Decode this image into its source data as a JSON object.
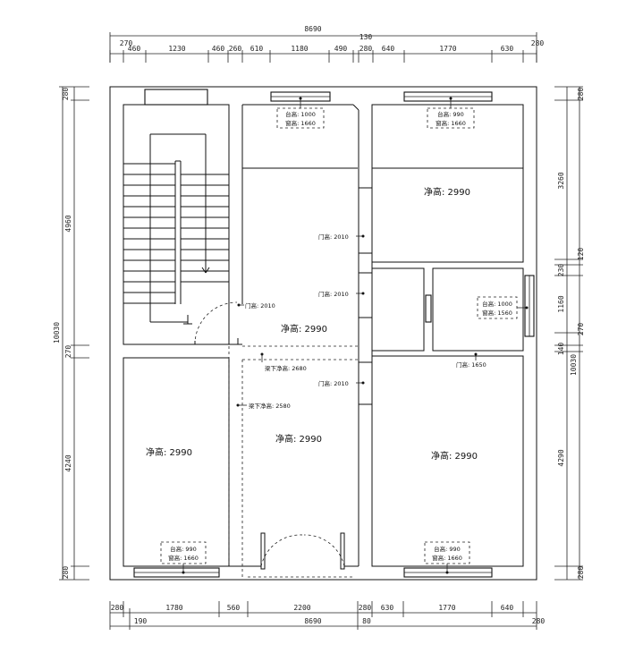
{
  "dimensions": {
    "top_total": "8690",
    "top_row": [
      {
        "v": "270"
      },
      {
        "v": "460"
      },
      {
        "v": "1230"
      },
      {
        "v": "460"
      },
      {
        "v": "260"
      },
      {
        "v": "610"
      },
      {
        "v": "1180"
      },
      {
        "v": "490"
      },
      {
        "v": "130"
      },
      {
        "v": "280"
      },
      {
        "v": "640"
      },
      {
        "v": "1770"
      },
      {
        "v": "630"
      },
      {
        "v": "280"
      }
    ],
    "bottom_row": [
      {
        "v": "280"
      },
      {
        "v": "1780"
      },
      {
        "v": "560"
      },
      {
        "v": "2200"
      },
      {
        "v": "280"
      },
      {
        "v": "630"
      },
      {
        "v": "1770"
      },
      {
        "v": "640"
      }
    ],
    "bottom_row2": [
      {
        "v": "190"
      },
      {
        "v": "8690"
      },
      {
        "v": "80"
      },
      {
        "v": "280"
      }
    ],
    "left": [
      {
        "v": "280"
      },
      {
        "v": "4960"
      },
      {
        "v": "10030"
      },
      {
        "v": "270"
      },
      {
        "v": "4240"
      },
      {
        "v": "280"
      }
    ],
    "right": [
      {
        "v": "280"
      },
      {
        "v": "3260"
      },
      {
        "v": "120"
      },
      {
        "v": "230"
      },
      {
        "v": "1160"
      },
      {
        "v": "270"
      },
      {
        "v": "140"
      },
      {
        "v": "10030"
      },
      {
        "v": "4290"
      },
      {
        "v": "280"
      }
    ]
  },
  "labels": {
    "ceiling_1": "净高: 2990",
    "ceiling_2": "净高: 2990",
    "ceiling_3": "净高: 2990",
    "ceiling_4": "净高: 2990",
    "ceiling_5": "净高: 2990",
    "beam_1": "梁下净高: 2680",
    "beam_2": "梁下净高: 2580",
    "door_1": "门高: 2010",
    "door_2": "门高: 2010",
    "door_3": "门高: 2010",
    "door_4": "门高: 2010",
    "door_5": "门高: 1650"
  },
  "windows": {
    "w1": {
      "sill": "台高: 1000",
      "height": "窗高: 1660"
    },
    "w2": {
      "sill": "台高: 990",
      "height": "窗高: 1660"
    },
    "w3": {
      "sill": "台高: 1000",
      "height": "窗高: 1560"
    },
    "w4": {
      "sill": "台高: 990",
      "height": "窗高: 1660"
    },
    "w5": {
      "sill": "台高: 990",
      "height": "窗高: 1660"
    }
  }
}
